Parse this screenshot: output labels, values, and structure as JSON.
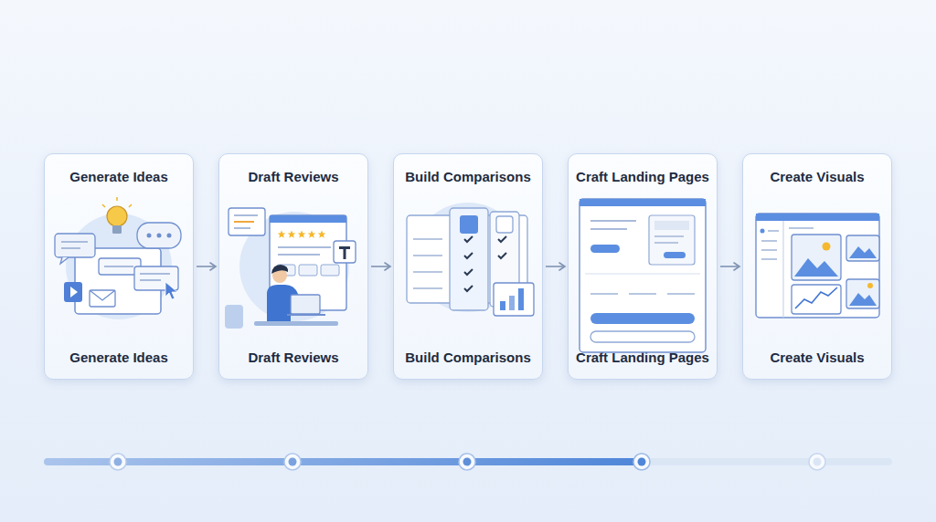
{
  "diagram": {
    "nodes": [
      {
        "text": [
          "Generate Ideas",
          "Generate Ideas"
        ]
      },
      {
        "text": [
          "Draft Reviews",
          "Draft Reviews"
        ]
      },
      {
        "text": [
          "Build Comparisons",
          "Build Comparisons"
        ]
      },
      {
        "text": [
          "Craft Landing Pages",
          "Craft Landing Pages"
        ]
      },
      {
        "text": [
          "Create Visuals",
          "Create Visuals"
        ]
      }
    ],
    "edges": [
      {
        "from": 0,
        "to": 1,
        "arrow": "to"
      },
      {
        "from": 1,
        "to": 2,
        "arrow": "to"
      },
      {
        "from": 2,
        "to": 3,
        "arrow": "to"
      },
      {
        "from": 3,
        "to": 4,
        "arrow": "to"
      }
    ]
  }
}
